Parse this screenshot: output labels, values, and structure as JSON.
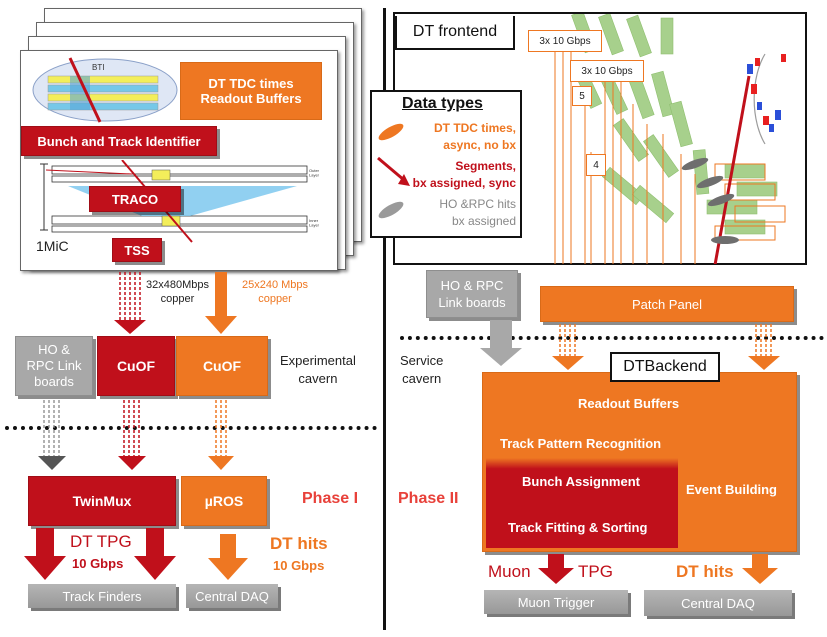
{
  "phase1": {
    "front_card": {
      "bti_label": "BTI",
      "tdc_box": "DT TDC times\nReadout Buffers",
      "bti_box": "Bunch and Track Identifier",
      "traco_box": "TRACO",
      "tss_box": "TSS",
      "board_label": "1MiC",
      "outer_layer": "Outer\nLayer",
      "inner_layer": "Inner\nLayer"
    },
    "link_red": "32x480Mbps\ncopper",
    "link_orange": "25x240 Mbps\ncopper",
    "ho_rpc_link": "HO &\nRPC Link\nboards",
    "cuof_red": "CuOF",
    "cuof_orange": "CuOF",
    "experimental_cavern": "Experimental\ncavern",
    "twinmux": "TwinMux",
    "uros": "µROS",
    "phase_label": "Phase I",
    "dt_tpg": "DT TPG",
    "tpg_rate": "10 Gbps",
    "dt_hits": "DT hits",
    "hits_rate": "10 Gbps",
    "track_finders": "Track Finders",
    "central_daq": "Central DAQ"
  },
  "phase2": {
    "frontend_title": "DT frontend",
    "link1": "3x 10 Gbps",
    "link2": "3x 10 Gbps",
    "num5": "5",
    "num4": "4",
    "data_types": {
      "title": "Data types",
      "tdc": "DT TDC times,\nasync, no bx",
      "segments": "Segments,\nbx assigned, sync",
      "ho_rpc": "HO &RPC hits\nbx assigned"
    },
    "ho_rpc_link": "HO & RPC\nLink boards",
    "patch_panel": "Patch Panel",
    "service_cavern": "Service\ncavern",
    "backend_title": "DTBackend",
    "readout_buffers": "Readout Buffers",
    "track_pattern": "Track Pattern Recognition",
    "bunch_assignment": "Bunch Assignment",
    "track_fitting": "Track Fitting & Sorting",
    "event_building": "Event Building",
    "phase_label": "Phase II",
    "muon": "Muon",
    "tpg": "TPG",
    "dt_hits": "DT hits",
    "muon_trigger": "Muon Trigger",
    "central_daq": "Central DAQ"
  },
  "colors": {
    "orange": "#ee7722",
    "red": "#c0101b",
    "gray": "#a8a8a8",
    "chamber_green": "#a7d08c",
    "phase_red": "#e8413a"
  }
}
